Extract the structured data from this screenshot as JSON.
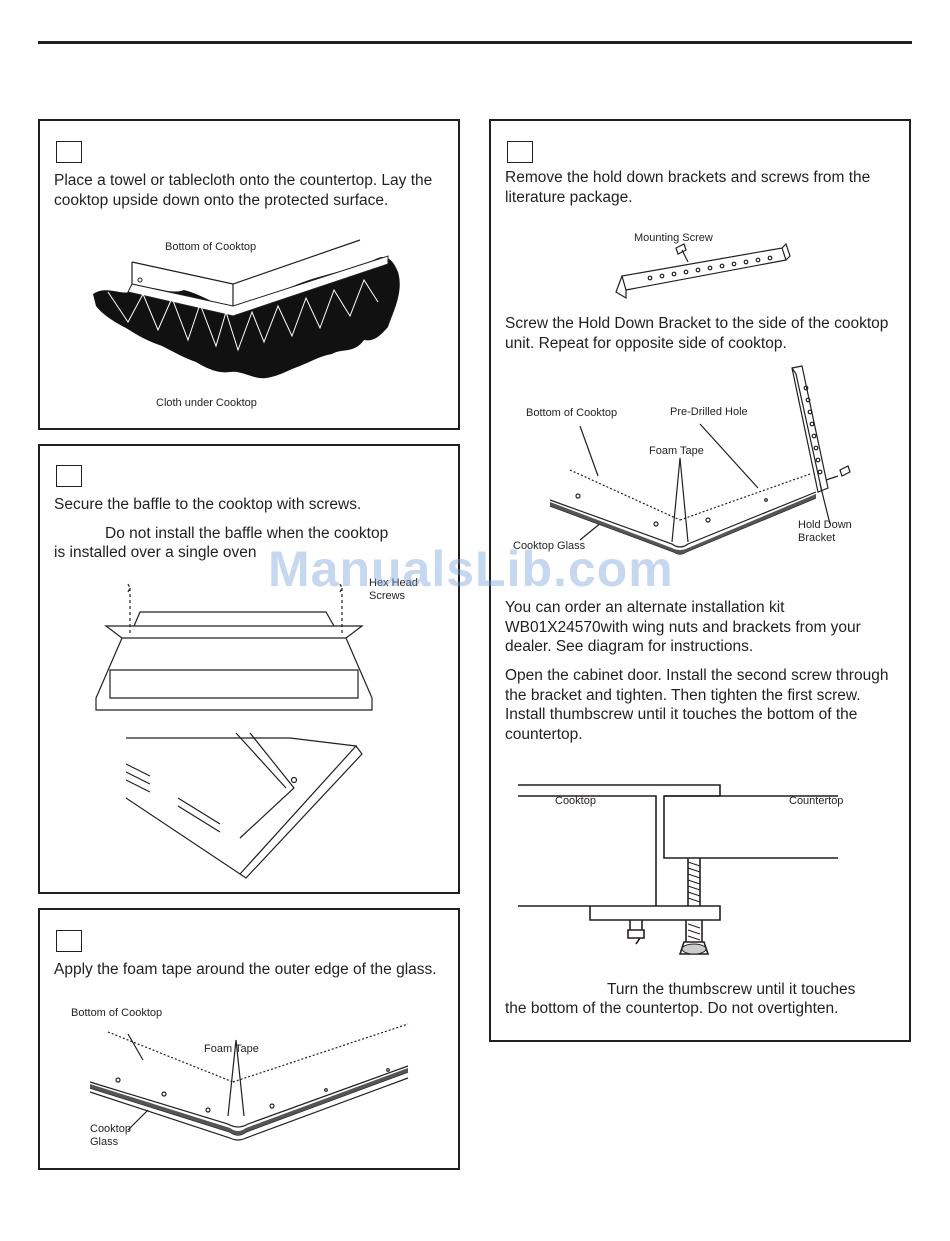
{
  "panel1": {
    "text": "Place a towel or tablecloth onto the countertop. Lay the cooktop upside down onto the protected surface.",
    "label_bottom": "Bottom of Cooktop",
    "label_cloth": "Cloth under Cooktop"
  },
  "panel2": {
    "text": "Secure the baffle to the cooktop with screws.",
    "note_line1": "Do not install the baffle when the cooktop",
    "note_line2": "is installed over a single oven",
    "label_screws_1": "Hex Head",
    "label_screws_2": "Screws"
  },
  "panel3": {
    "text": "Apply the foam tape around the outer edge of the glass.",
    "label_bottom": "Bottom of Cooktop",
    "label_foam": "Foam Tape",
    "label_glass_1": "Cooktop",
    "label_glass_2": "Glass"
  },
  "panel4": {
    "text1": "Remove the hold down brackets and screws from the literature package.",
    "label_mounting": "Mounting Screw",
    "text2": "Screw the Hold Down Bracket to the side of the cooktop unit. Repeat for opposite side of cooktop.",
    "label_bottom": "Bottom of Cooktop",
    "label_predrilled": "Pre-Drilled Hole",
    "label_foam": "Foam Tape",
    "label_glass": "Cooktop Glass",
    "label_bracket_1": "Hold Down",
    "label_bracket_2": "Bracket",
    "text3": "You can order an alternate installation kit WB01X24570with wing nuts and brackets from your dealer. See diagram for instructions.",
    "text4": "Open the cabinet door. Install the second screw through the bracket and tighten. Then tighten the first screw. Install thumbscrew until it touches the bottom of the countertop.",
    "label_cooktop": "Cooktop",
    "label_countertop": "Countertop",
    "note_line1": "Turn the thumbscrew until it touches",
    "note_line2": "the bottom of the countertop. Do not overtighten."
  },
  "watermark": "ManualsLib.com"
}
